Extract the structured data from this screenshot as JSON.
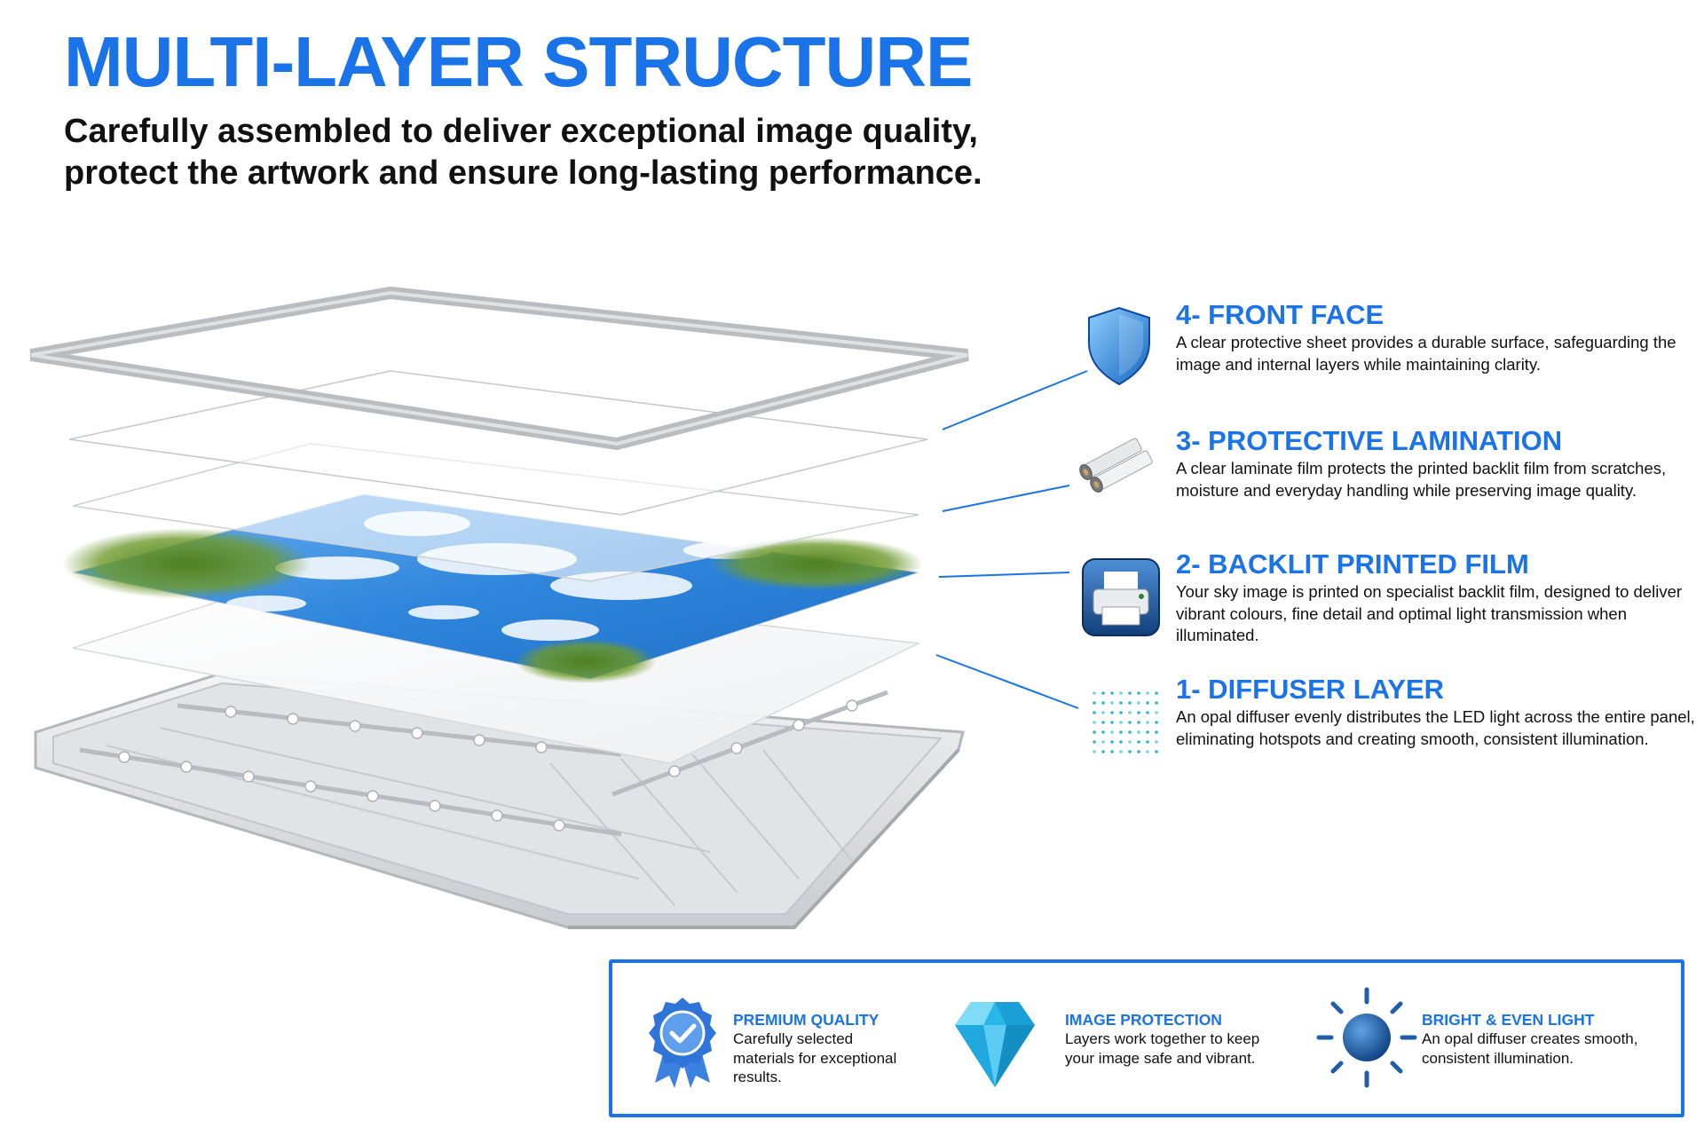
{
  "header": {
    "title": "MULTI-LAYER STRUCTURE",
    "subtitle_line1": "Carefully assembled to deliver exceptional image quality,",
    "subtitle_line2": "protect the artwork and ensure long-lasting performance."
  },
  "layers": [
    {
      "icon": "shield-icon",
      "title": "4- FRONT FACE",
      "description": "A clear protective sheet provides a durable surface, safeguarding the image and internal layers while maintaining clarity."
    },
    {
      "icon": "film-rolls-icon",
      "title": "3- PROTECTIVE LAMINATION",
      "description": "A clear laminate film protects the printed backlit film from scratches, moisture and everyday handling while preserving image quality."
    },
    {
      "icon": "printer-icon",
      "title": "2- BACKLIT PRINTED FILM",
      "description": "Your sky image is printed on specialist backlit film, designed to deliver vibrant colours, fine detail and optimal light transmission when illuminated."
    },
    {
      "icon": "dot-grid-icon",
      "title": "1- DIFFUSER LAYER",
      "description": "An opal diffuser evenly distributes the LED light across the entire panel, eliminating hotspots and creating smooth, consistent illumination."
    }
  ],
  "features": [
    {
      "icon": "badge-check-icon",
      "title": "PREMIUM QUALITY",
      "description": "Carefully selected materials for exceptional results."
    },
    {
      "icon": "diamond-icon",
      "title": "IMAGE PROTECTION",
      "description": "Layers work together to keep your image safe and vibrant."
    },
    {
      "icon": "sun-icon",
      "title": "BRIGHT & EVEN LIGHT",
      "description": "An opal diffuser creates smooth, consistent illumination."
    }
  ],
  "colors": {
    "accent": "#1a73e8",
    "text": "#111111",
    "frame": "#b9bcc0",
    "sky": "#3f8fe0"
  }
}
